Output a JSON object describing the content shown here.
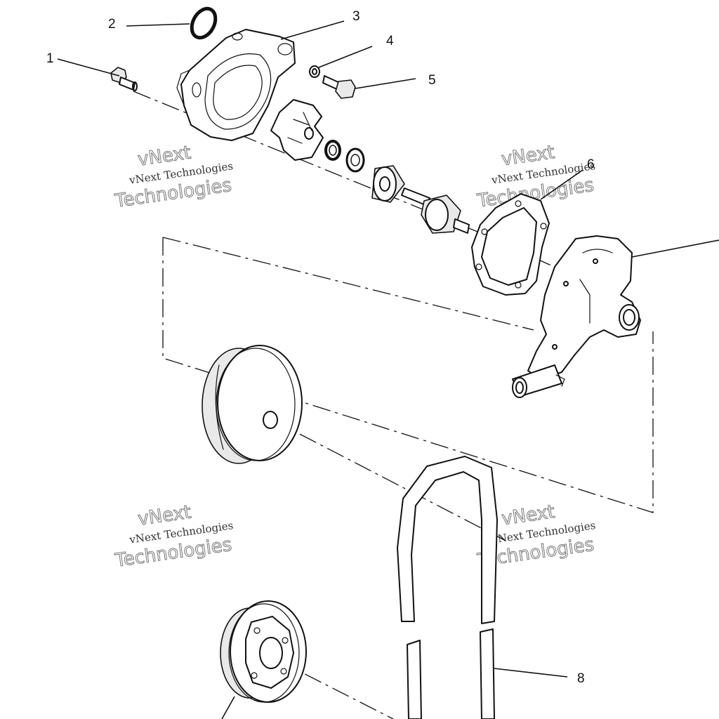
{
  "callouts": [
    {
      "id": "1",
      "label": "1"
    },
    {
      "id": "2",
      "label": "2"
    },
    {
      "id": "3",
      "label": "3"
    },
    {
      "id": "4",
      "label": "4"
    },
    {
      "id": "5",
      "label": "5"
    },
    {
      "id": "6",
      "label": "6"
    },
    {
      "id": "8",
      "label": "8"
    }
  ],
  "watermark": {
    "line1": "vNext Technologies",
    "outline": "vNext",
    "outline2": "Technologies"
  }
}
